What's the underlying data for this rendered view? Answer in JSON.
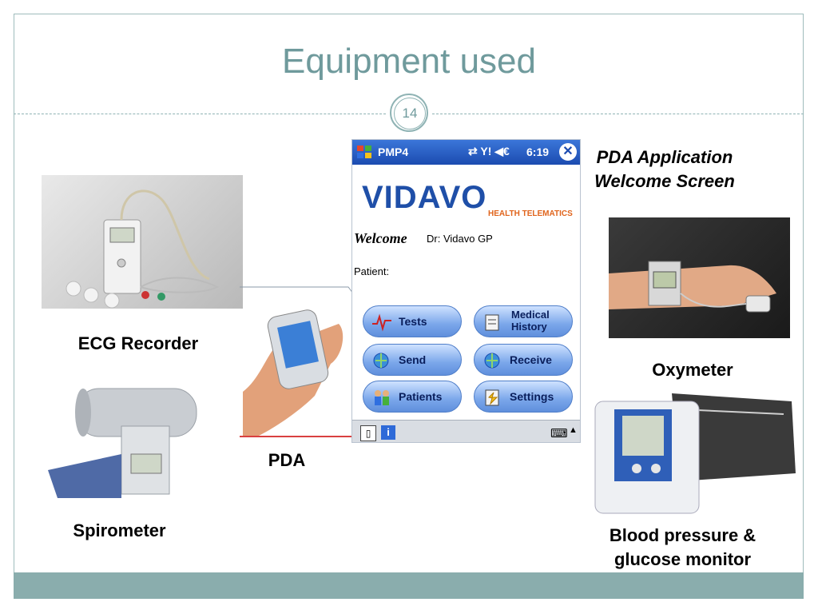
{
  "slide": {
    "title": "Equipment used",
    "number": "14"
  },
  "labels": {
    "ecg": "ECG Recorder",
    "spirometer": "Spirometer",
    "pda": "PDA",
    "pda_app_line1": "PDA Application",
    "pda_app_line2": "Welcome Screen",
    "oxymeter": "Oxymeter",
    "bp_line1": "Blood pressure &",
    "bp_line2": "glucose monitor"
  },
  "pda_screen": {
    "app_name": "PMP4",
    "status_icons": "⇄ Y! ◀€",
    "time": "6:19",
    "close": "✕",
    "logo": "VIDAVO",
    "logo_sub": "HEALTH TELEMATICS",
    "welcome": "Welcome",
    "doctor": "Dr: Vidavo GP",
    "patient_label": "Patient:",
    "buttons": {
      "tests": "Tests",
      "medical_history_1": "Medical",
      "medical_history_2": "History",
      "send": "Send",
      "receive": "Receive",
      "patients": "Patients",
      "settings": "Settings"
    },
    "bottom_info": "i",
    "keyboard": "⌨",
    "arrow": "▲"
  },
  "icons": {
    "start": "windows-flag-icon",
    "close": "close-icon",
    "tests": "ecg-wave-icon",
    "medical": "medical-history-icon",
    "send": "globe-send-icon",
    "receive": "globe-receive-icon",
    "patients": "patients-icon",
    "settings": "settings-icon"
  },
  "colors": {
    "title": "#6f9a9c",
    "footer": "#8aadad",
    "pda_bar": "#1c4bb0",
    "logo": "#1f4fa8"
  }
}
